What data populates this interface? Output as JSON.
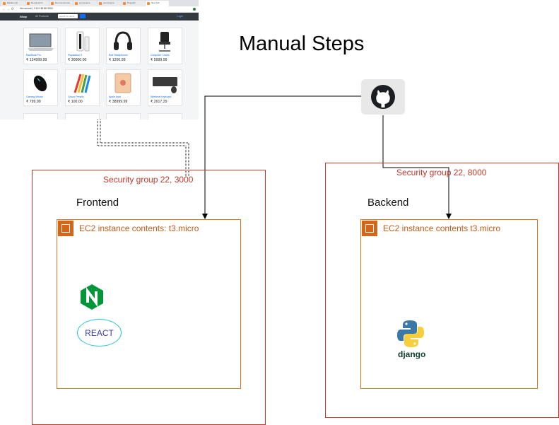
{
  "title": "Manual Steps",
  "screenshot": {
    "tabs": [
      "Medium (2)",
      "Dev-Ecomm",
      "Dev-Commerce",
      "ecommerce",
      "ecommerce",
      "ProjectR",
      "New Tab"
    ],
    "address": "Not secure | 3.110.38.86:3000",
    "brand": "Shop",
    "nav_link": "All Products",
    "search_placeholder": "search for items",
    "login": "Login",
    "products": [
      {
        "name": "MacBook Pro",
        "price": "₹ 124999.99",
        "thumb": "laptop"
      },
      {
        "name": "Playstation 5",
        "price": "₹ 30000.00",
        "thumb": "console"
      },
      {
        "name": "Bolt Headphones",
        "price": "₹ 1200.99",
        "thumb": "headphones"
      },
      {
        "name": "Computer Chairs",
        "price": "₹ 5999.99",
        "thumb": "chair"
      },
      {
        "name": "Gaming Mouse",
        "price": "₹ 799.99",
        "thumb": "mouse"
      },
      {
        "name": "Colour Pencils",
        "price": "₹ 100.00",
        "thumb": "pencils"
      },
      {
        "name": "Apple Ipad",
        "price": "₹ 38999.99",
        "thumb": "ipad"
      },
      {
        "name": "Wireless Keyboard",
        "price": "₹ 2617.29",
        "thumb": "keyboard"
      }
    ]
  },
  "frontend": {
    "security_group": "Security group 22, 3000",
    "label": "Frontend",
    "instance": "EC2 instance contents: t3.micro",
    "tech": [
      "nginx-logo",
      "React"
    ],
    "react_label": "REACT"
  },
  "backend": {
    "security_group": "Security group 22, 8000",
    "label": "Backend",
    "instance": "EC2 instance contents t3.micro",
    "tech": [
      "python-logo",
      "django"
    ],
    "django_label": "django"
  },
  "icons": {
    "repo": "github-icon",
    "frontend_server": "nginx-icon",
    "backend_lang": "python-icon",
    "ec2": "ec2-chip-icon"
  },
  "colors": {
    "security_group_border": "#b83a2a",
    "ec2_border": "#d9771c",
    "ec2_icon": "#d4661b",
    "nginx": "#009639",
    "react_border": "#27c1d6"
  }
}
